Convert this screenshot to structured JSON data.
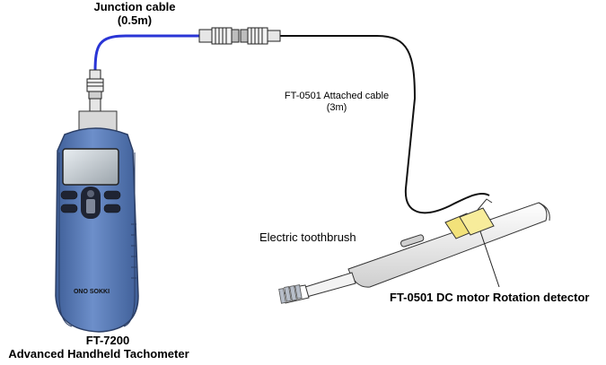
{
  "labels": {
    "junction_cable_line1": "Junction cable",
    "junction_cable_line2": "(0.5m)",
    "attached_cable_line1": "FT-0501 Attached cable",
    "attached_cable_line2": "(3m)",
    "toothbrush": "Electric toothbrush",
    "detector": "FT-0501 DC motor Rotation detector",
    "tachometer_model": "FT-7200",
    "tachometer_name": "Advanced Handheld Tachometer"
  },
  "device": {
    "brand_logo": "ONO SOKKI"
  },
  "colors": {
    "tachometer_body": "#5b7db8",
    "junction_cable": "#2a35d6",
    "attached_cable": "#111111",
    "detector": "#f2e27a"
  }
}
